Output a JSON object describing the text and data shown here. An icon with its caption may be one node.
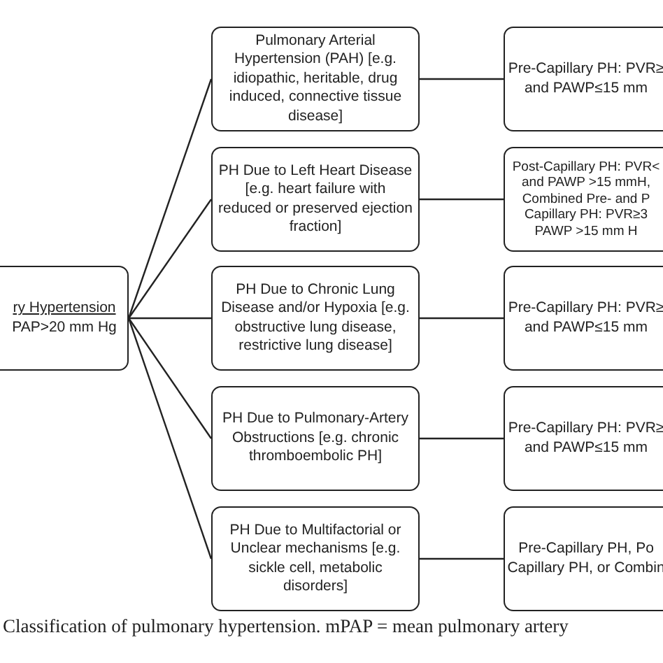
{
  "diagram": {
    "caption": "Classification of pulmonary hypertension. mPAP = mean pulmonary artery",
    "nodes": [
      {
        "text": [
          "ry Hypertension",
          "PAP>20 mm Hg"
        ]
      },
      {
        "text": [
          "Pulmonary Arterial Hypertension (PAH) [e.g. idiopathic, heritable, drug induced, connective tissue disease]"
        ]
      },
      {
        "text": [
          "PH Due to Left Heart Disease [e.g. heart failure with reduced or preserved ejection fraction]"
        ]
      },
      {
        "text": [
          "PH Due to Chronic Lung Disease and/or Hypoxia [e.g. obstructive lung disease, restrictive lung disease]"
        ]
      },
      {
        "text": [
          "PH Due to Pulmonary-Artery Obstructions [e.g. chronic thromboembolic PH]"
        ]
      },
      {
        "text": [
          "PH Due to Multifactorial or Unclear mechanisms [e.g. sickle cell, metabolic disorders]"
        ]
      },
      {
        "text": [
          "Pre-Capillary PH: PVR≥ and PAWP≤15 mm"
        ]
      },
      {
        "text": [
          "Post-Capillary PH: PVR< and PAWP >15 mmH, Combined Pre- and P Capillary PH: PVR≥3 PAWP >15 mm H"
        ]
      },
      {
        "text": [
          "Pre-Capillary PH: PVR≥ and PAWP≤15 mm"
        ]
      },
      {
        "text": [
          "Pre-Capillary PH: PVR≥ and PAWP≤15 mm"
        ]
      },
      {
        "text": [
          "Pre-Capillary PH, Po Capillary PH, or Combin"
        ]
      }
    ],
    "edges": [
      {
        "from": 0,
        "to": 1,
        "arrow": "none"
      },
      {
        "from": 0,
        "to": 2,
        "arrow": "none"
      },
      {
        "from": 0,
        "to": 3,
        "arrow": "none"
      },
      {
        "from": 0,
        "to": 4,
        "arrow": "none"
      },
      {
        "from": 0,
        "to": 5,
        "arrow": "none"
      },
      {
        "from": 1,
        "to": 6,
        "arrow": "none"
      },
      {
        "from": 2,
        "to": 7,
        "arrow": "none"
      },
      {
        "from": 3,
        "to": 8,
        "arrow": "none"
      },
      {
        "from": 4,
        "to": 9,
        "arrow": "none"
      },
      {
        "from": 5,
        "to": 10,
        "arrow": "none"
      }
    ]
  }
}
